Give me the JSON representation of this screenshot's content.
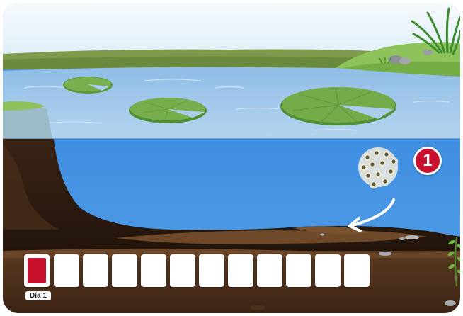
{
  "step_marker": {
    "number": "1"
  },
  "timeline": {
    "day_label": "Día 1",
    "total_days": 12,
    "current_day": 1
  },
  "icons": [
    "frog-eggs-icon",
    "curved-arrow-icon",
    "lily-pad-icon",
    "grass-icon",
    "aquatic-plant-icon"
  ],
  "colors": {
    "accent": "#c8102e",
    "water": "#4a90dc",
    "surface": "#a9ccea",
    "sky": "#eaf3fa",
    "mud": "#2b1a10"
  }
}
